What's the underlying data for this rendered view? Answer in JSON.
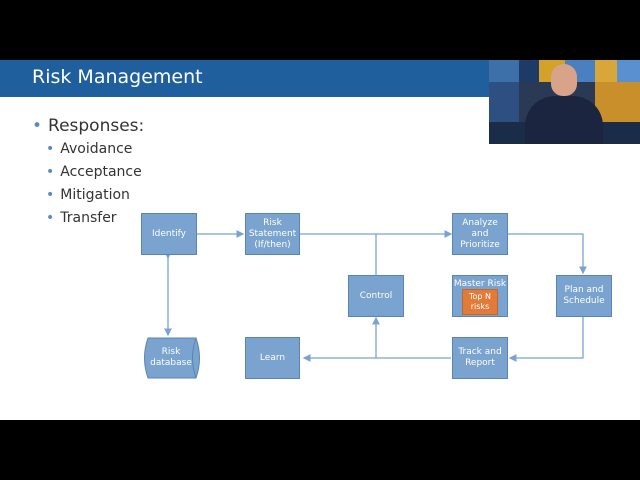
{
  "slide": {
    "title": "Risk Management",
    "bullets": {
      "heading": "Responses:",
      "items": [
        "Avoidance",
        "Acceptance",
        "Mitigation",
        "Transfer"
      ]
    }
  },
  "diagram": {
    "identify": "Identify",
    "risk_statement": "Risk\nStatement\n(If/then)",
    "analyze": "Analyze and\nPrioritize",
    "control": "Control",
    "master_risk": "Master Risk",
    "top_n": "Top N\nrisks",
    "plan": "Plan and\nSchedule",
    "risk_database": "Risk\ndatabase",
    "learn": "Learn",
    "track": "Track and\nReport"
  },
  "colors": {
    "title_bar": "#1f5f9e",
    "box_fill": "#7aa3cf",
    "top_n_fill": "#e07b39",
    "arrow": "#7aa3cf"
  }
}
